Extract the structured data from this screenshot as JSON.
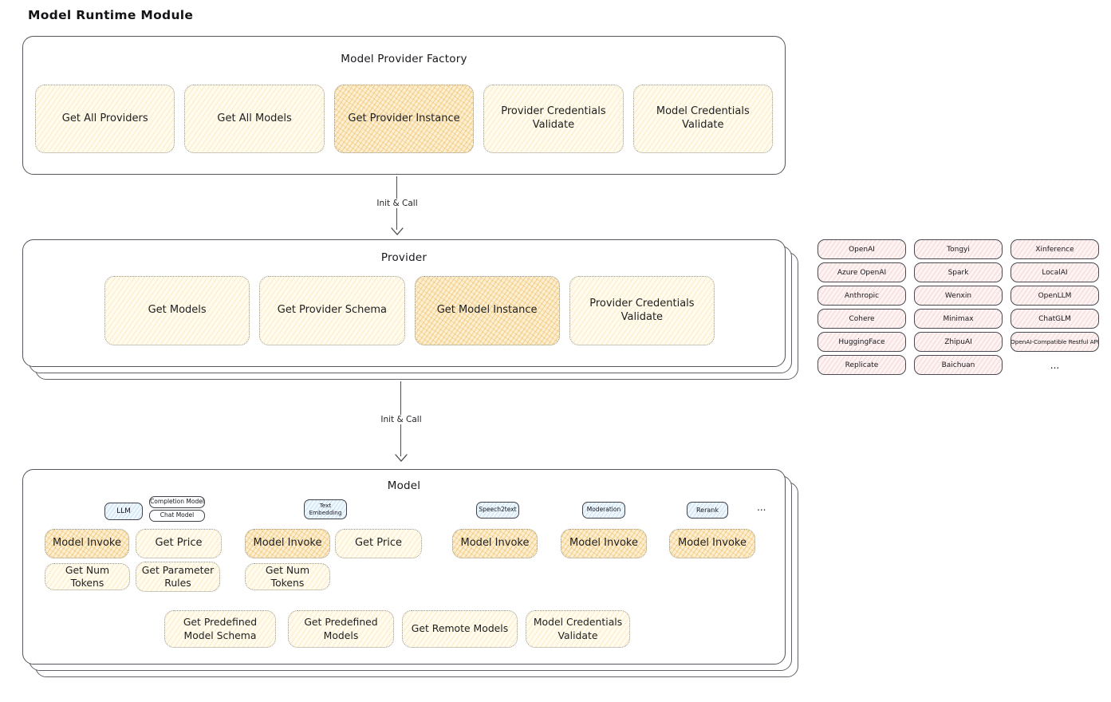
{
  "title": "Model Runtime Module",
  "colors": {
    "highlight_accent": "#eea83a",
    "yellow_fill": "#fffbee",
    "pink_fill": "#fdf3f3",
    "blue_fill": "#eff7fc",
    "stroke": "#55555e"
  },
  "arrows": {
    "factory_to_provider": "Init & Call",
    "provider_to_model": "Init & Call"
  },
  "factory": {
    "title": "Model Provider Factory",
    "buttons": [
      {
        "label": "Get All Providers",
        "highlighted": false
      },
      {
        "label": "Get All Models",
        "highlighted": false
      },
      {
        "label": "Get Provider Instance",
        "highlighted": true
      },
      {
        "label": "Provider Credentials Validate",
        "highlighted": false
      },
      {
        "label": "Model Credentials Validate",
        "highlighted": false
      }
    ]
  },
  "provider": {
    "title": "Provider",
    "buttons": [
      {
        "label": "Get Models",
        "highlighted": false
      },
      {
        "label": "Get Provider Schema",
        "highlighted": false
      },
      {
        "label": "Get Model Instance",
        "highlighted": true
      },
      {
        "label": "Provider Credentials Validate",
        "highlighted": false
      }
    ]
  },
  "provider_list": {
    "items": [
      "OpenAI",
      "Tongyi",
      "Xinference",
      "Azure OpenAI",
      "Spark",
      "LocalAI",
      "Anthropic",
      "Wenxin",
      "OpenLLM",
      "Cohere",
      "Minimax",
      "ChatGLM",
      "HuggingFace",
      "ZhipuAI",
      "OpenAI-Compatible Restful API",
      "Replicate",
      "Baichuan"
    ],
    "more": "..."
  },
  "model": {
    "title": "Model",
    "more": "...",
    "types": {
      "llm": "LLM",
      "completion_model": "Completion Model",
      "chat_model": "Chat Model",
      "text_embedding": "Text Embedding",
      "speech2text": "Speech2text",
      "moderation": "Moderation",
      "rerank": "Rerank"
    },
    "llm_ops": {
      "invoke": "Model Invoke",
      "get_price": "Get Price",
      "get_num_tokens": "Get Num Tokens",
      "get_parameter_rules": "Get Parameter Rules"
    },
    "text_embedding_ops": {
      "invoke": "Model Invoke",
      "get_price": "Get Price",
      "get_num_tokens": "Get Num Tokens"
    },
    "speech2text_ops": {
      "invoke": "Model Invoke"
    },
    "moderation_ops": {
      "invoke": "Model Invoke"
    },
    "rerank_ops": {
      "invoke": "Model Invoke"
    },
    "common_ops": {
      "get_predefined_model_schema": "Get Predefined Model Schema",
      "get_predefined_models": "Get Predefined Models",
      "get_remote_models": "Get Remote Models",
      "model_credentials_validate": "Model Credentials Validate"
    }
  }
}
